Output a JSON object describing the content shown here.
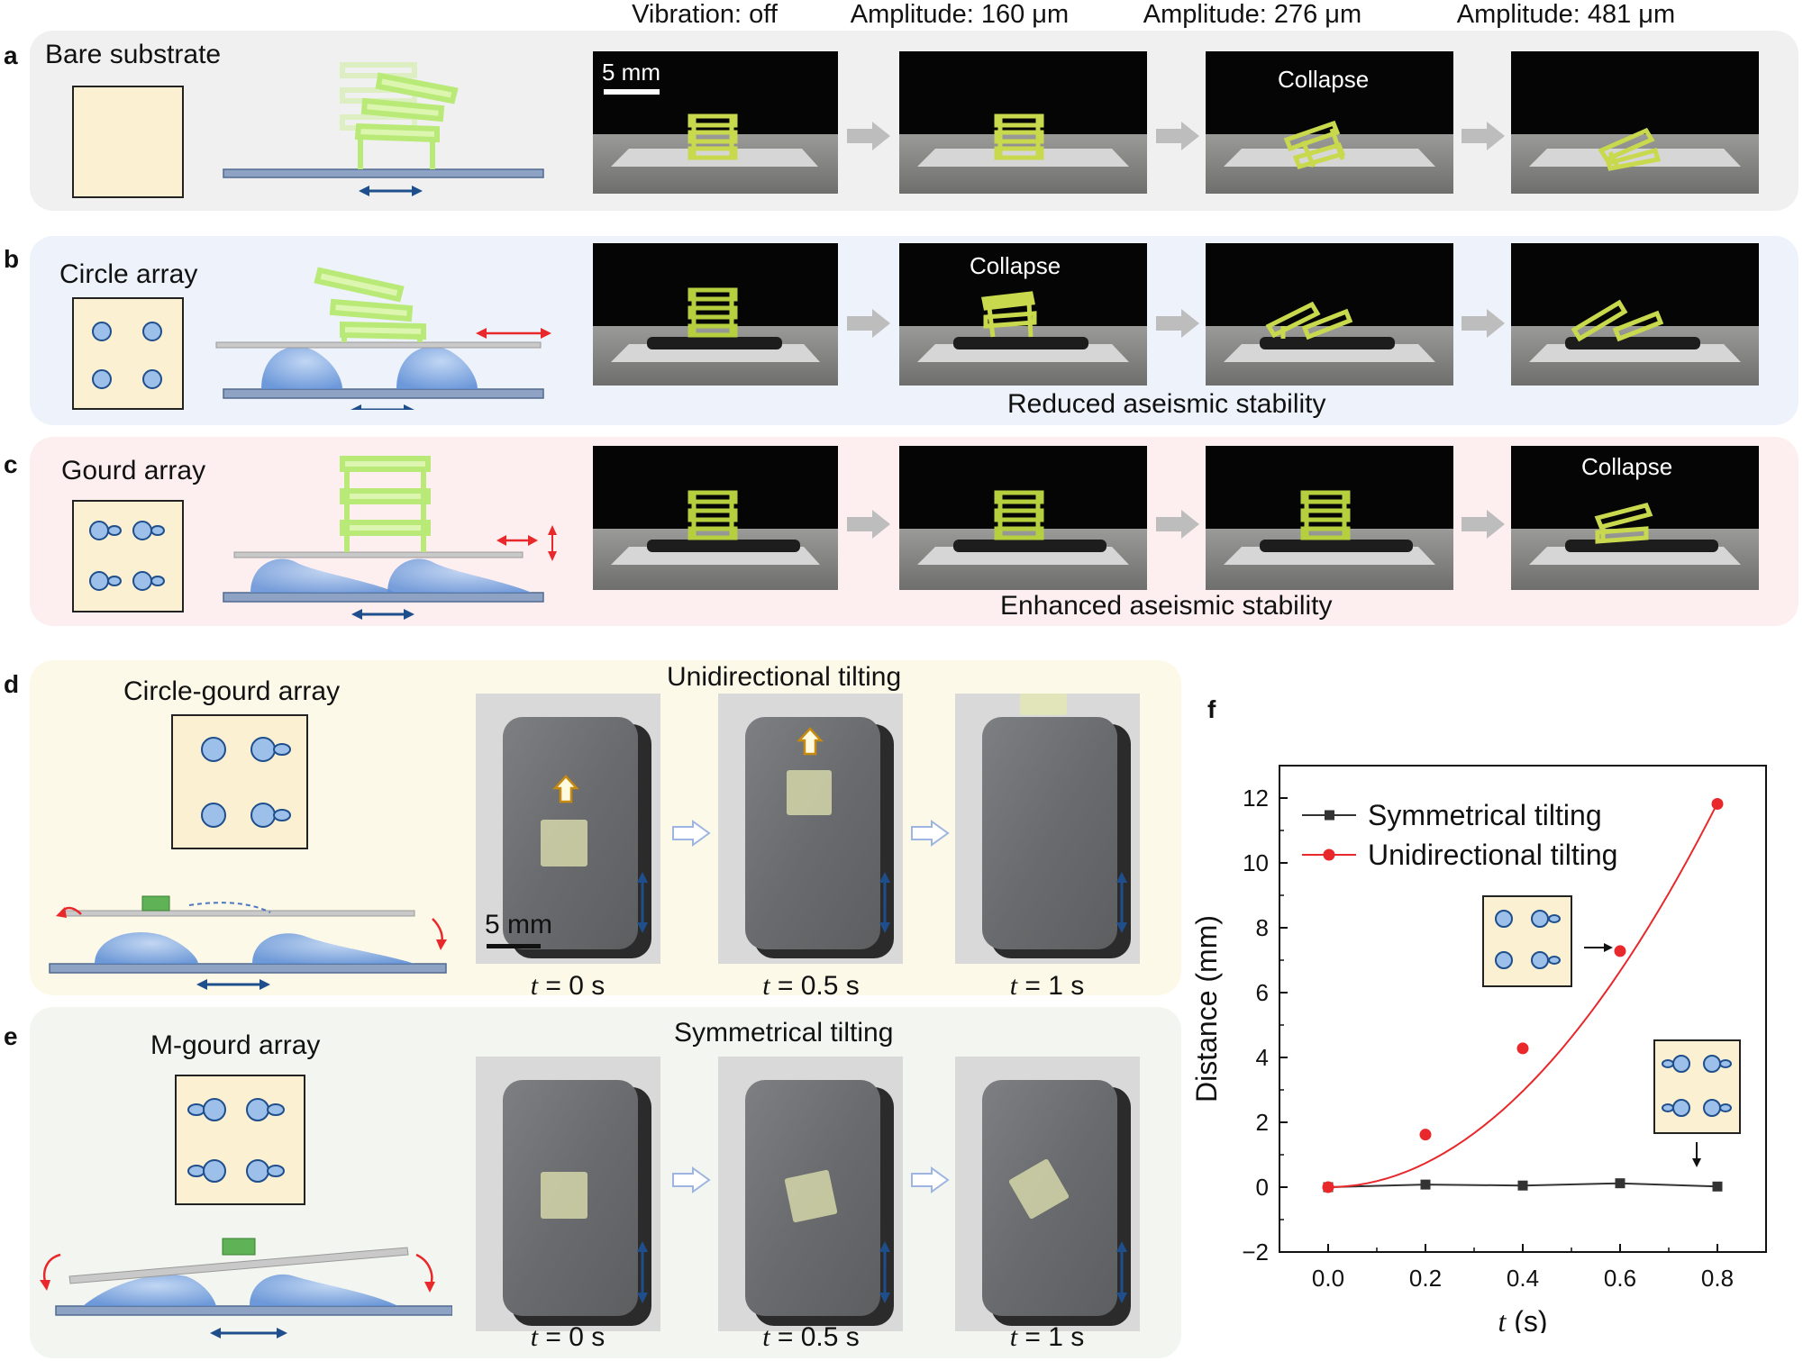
{
  "panels": {
    "a": {
      "label": "a",
      "title": "Bare substrate"
    },
    "b": {
      "label": "b",
      "title": "Circle array",
      "caption": "Reduced aseismic stability"
    },
    "c": {
      "label": "c",
      "title": "Gourd array",
      "caption": "Enhanced aseismic stability"
    },
    "d": {
      "label": "d",
      "title": "Circle-gourd array",
      "heading": "Unidirectional tilting"
    },
    "e": {
      "label": "e",
      "title": "M-gourd array",
      "heading": "Symmetrical tilting"
    },
    "f": {
      "label": "f"
    }
  },
  "columns": [
    "Vibration: off",
    "Amplitude: 160 μm",
    "Amplitude: 276 μm",
    "Amplitude: 481 μm"
  ],
  "collapse_label": "Collapse",
  "scale_bar": "5 mm",
  "time_labels": [
    "= 0 s",
    "= 0.5 s",
    "= 1 s"
  ],
  "time_var": "t",
  "chart_data": {
    "type": "line",
    "xlabel_var": "t",
    "xlabel_unit": "(s)",
    "ylabel": "Distance (mm)",
    "xlim": [
      -0.1,
      0.9
    ],
    "ylim": [
      -2,
      13
    ],
    "xticks": [
      "0.0",
      "0.2",
      "0.4",
      "0.6",
      "0.8"
    ],
    "yticks": [
      "−2",
      "0",
      "2",
      "4",
      "6",
      "8",
      "10",
      "12"
    ],
    "x": [
      0.0,
      0.2,
      0.4,
      0.6,
      0.8
    ],
    "series": [
      {
        "name": "Symmetrical tilting",
        "color": "#333333",
        "marker": "square",
        "values": [
          0.0,
          0.08,
          0.05,
          0.12,
          0.02
        ]
      },
      {
        "name": "Unidirectional tilting",
        "color": "#e8282b",
        "marker": "circle",
        "values": [
          0.0,
          1.62,
          4.28,
          7.28,
          11.82
        ]
      }
    ],
    "legend": "top-left"
  },
  "colors": {
    "accent_blue": "#1f4e8c",
    "red_arrow": "#e8282b",
    "substrate": "#fbf0d2"
  }
}
